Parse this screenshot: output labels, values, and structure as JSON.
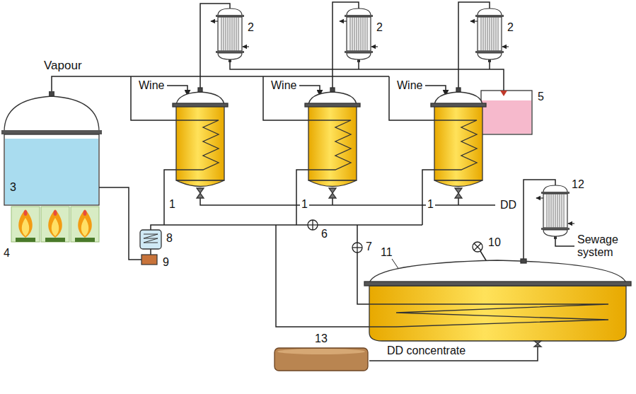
{
  "diagram": {
    "labels": [
      "2",
      "2",
      "2",
      "Vapour",
      "Wine",
      "Wine",
      "Wine",
      "5",
      "12",
      "DD",
      "1",
      "1",
      "1",
      "3",
      "Sewage system",
      "6",
      "7",
      "10",
      "4",
      "8",
      "11",
      "9",
      "13",
      "DD concentrate"
    ]
  }
}
